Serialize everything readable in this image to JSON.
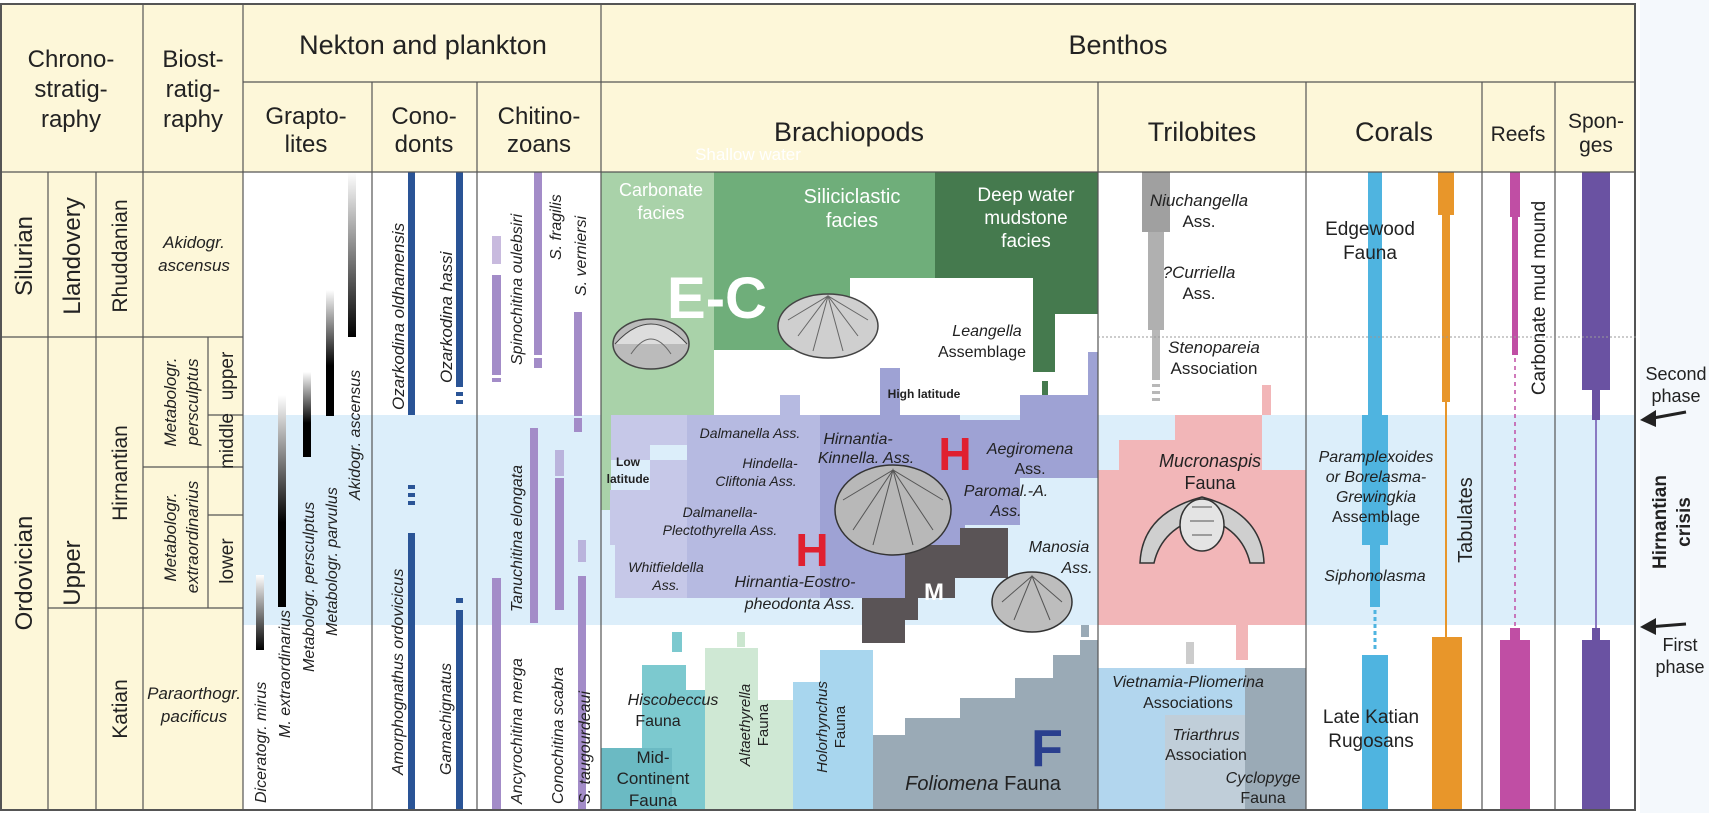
{
  "colors": {
    "header_bg": "#fdf7d9",
    "crisis_band": "#dceefa",
    "grid": "#555555",
    "brachiopod_green_light": "#a9d2a9",
    "brachiopod_green_mid": "#6fae7a",
    "brachiopod_green_dark": "#457a4e",
    "hirnantia_lavender": "#b9bde3",
    "hirnantia_purple": "#9c9fd2",
    "hirnantia_h_red": "#e02030",
    "m_fauna_gray": "#5a5456",
    "foliomena_slate": "#9aaab6",
    "foliomena_f_navy": "#2a3f8e",
    "mucronaspis_pink": "#f2b6b8",
    "trilobite_gray": "#a0a0a0",
    "coral_blue": "#4fb4e0",
    "tabulate_orange": "#e8962a",
    "reef_magenta": "#c04ea4",
    "sponge_purple": "#6a52a2",
    "conodont_navy": "#2a5496",
    "chitinozoan_lavender": "#a38cc8"
  },
  "headers": {
    "chronostratigraphy": [
      "Chrono-",
      "stratig-",
      "raphy"
    ],
    "biostratigraphy": [
      "Biost-",
      "ratig-",
      "raphy"
    ],
    "nekton": "Nekton and plankton",
    "benthos": "Benthos",
    "graptolites": [
      "Grapto-",
      "lites"
    ],
    "conodonts": [
      "Cono-",
      "donts"
    ],
    "chitinozoans": [
      "Chitino-",
      "zoans"
    ],
    "brachiopods": "Brachiopods",
    "trilobites": "Trilobites",
    "corals": "Corals",
    "reefs": "Reefs",
    "sponges": [
      "Spon-",
      "ges"
    ]
  },
  "chrono": {
    "system": [
      "Silurian",
      "Ordovician"
    ],
    "series": [
      "Llandovery",
      "Upper"
    ],
    "stage": [
      "Rhuddanian",
      "Hirnantian",
      "Katian"
    ],
    "substage": [
      "upper",
      "middle",
      "lower"
    ]
  },
  "biozones": {
    "akidograptus": [
      "Akidogr.",
      "ascensus"
    ],
    "persculptus": [
      "Metabologr.",
      "persculptus"
    ],
    "extraordinarius": [
      "Metabologr.",
      "extraordinarius"
    ],
    "pacificus": [
      "Paraorthogr.",
      "pacificus"
    ]
  },
  "graptolites": [
    "Diceratogr. mirus",
    "M. extraordinarius",
    "Metabologr. persculptus",
    "Metabologr. parvulus",
    "Akidogr. ascensus"
  ],
  "conodonts": [
    "Ozarkodina oldhamensis",
    "Ozarkodina hassi",
    "Amorphognathus ordovicicus",
    "Gamachignatus"
  ],
  "chitinozoans": [
    "Spinochitina oulebsiri",
    "S. fragilis",
    "S. verniersi",
    "Tanuchitina elongata",
    "Ancyrochitina merga",
    "Conochitina scabra",
    "S. taugourdeaui"
  ],
  "brachiopods": {
    "shallow": "Shallow water",
    "carbonate": [
      "Carbonate",
      "facies"
    ],
    "siliciclastic": [
      "Siliciclastic",
      "facies"
    ],
    "deep": [
      "Deep water",
      "mudstone",
      "facies"
    ],
    "ec": "E-C",
    "leangella": [
      "Leangella",
      "Assemblage"
    ],
    "high_lat": "High latitude",
    "low_lat": [
      "Low",
      "latitude"
    ],
    "dalmanella": "Dalmanella Ass.",
    "hindella": [
      "Hindella-",
      "Cliftonia Ass."
    ],
    "hirn_kin": [
      "Hirnantia-",
      "Kinnella. Ass."
    ],
    "h": "H",
    "aegiromena": [
      "Aegiromena",
      "Ass."
    ],
    "paromal": [
      "Paromal.-A.",
      "Ass."
    ],
    "dal_plect": [
      "Dalmanella-",
      "Plectothyrella Ass."
    ],
    "whitfieldella": [
      "Whitfieldella",
      "Ass."
    ],
    "hirn_eostro": [
      "Hirnantia-Eostro-",
      "pheodonta Ass."
    ],
    "m": "M",
    "manosia": [
      "Manosia",
      "Ass."
    ],
    "hiscobeccus": [
      "Hiscobeccus",
      "Fauna"
    ],
    "midcontinent": [
      "Mid-",
      "Continent",
      "Fauna"
    ],
    "altaethyrella": [
      "Altaethyrella",
      "Fauna"
    ],
    "holorhynchus": [
      "Holorhynchus",
      "Fauna"
    ],
    "f": "F",
    "foliomena": "Foliomena",
    "fauna": "Fauna"
  },
  "trilobites": {
    "niuchangella": [
      "Niuchangella",
      "Ass."
    ],
    "curriella": [
      "?Curriella",
      "Ass."
    ],
    "stenopareia": [
      "Stenopareia",
      "Association"
    ],
    "mucronaspis": [
      "Mucronaspis",
      "Fauna"
    ],
    "vietnamia": [
      "Vietnamia-Pliomerina",
      "Associations"
    ],
    "triarthrus": [
      "Triarthrus",
      "Association"
    ],
    "cyclopyge": [
      "Cyclopyge",
      "Fauna"
    ]
  },
  "corals": {
    "edgewood": [
      "Edgewood",
      "Fauna"
    ],
    "paraplex": [
      "Paramplexoides",
      "or Borelasma-",
      "Grewingkia",
      "Assemblage"
    ],
    "siphonolasma": "Siphonolasma",
    "late_katian": [
      "Late Katian",
      "Rugosans"
    ],
    "tabulates": "Tabulates"
  },
  "reefs": {
    "mudmound": "Carbonate mud mound"
  },
  "side": {
    "second": [
      "Second",
      "phase"
    ],
    "first": [
      "First",
      "phase"
    ],
    "crisis": [
      "Hirnantian",
      "crisis"
    ]
  }
}
